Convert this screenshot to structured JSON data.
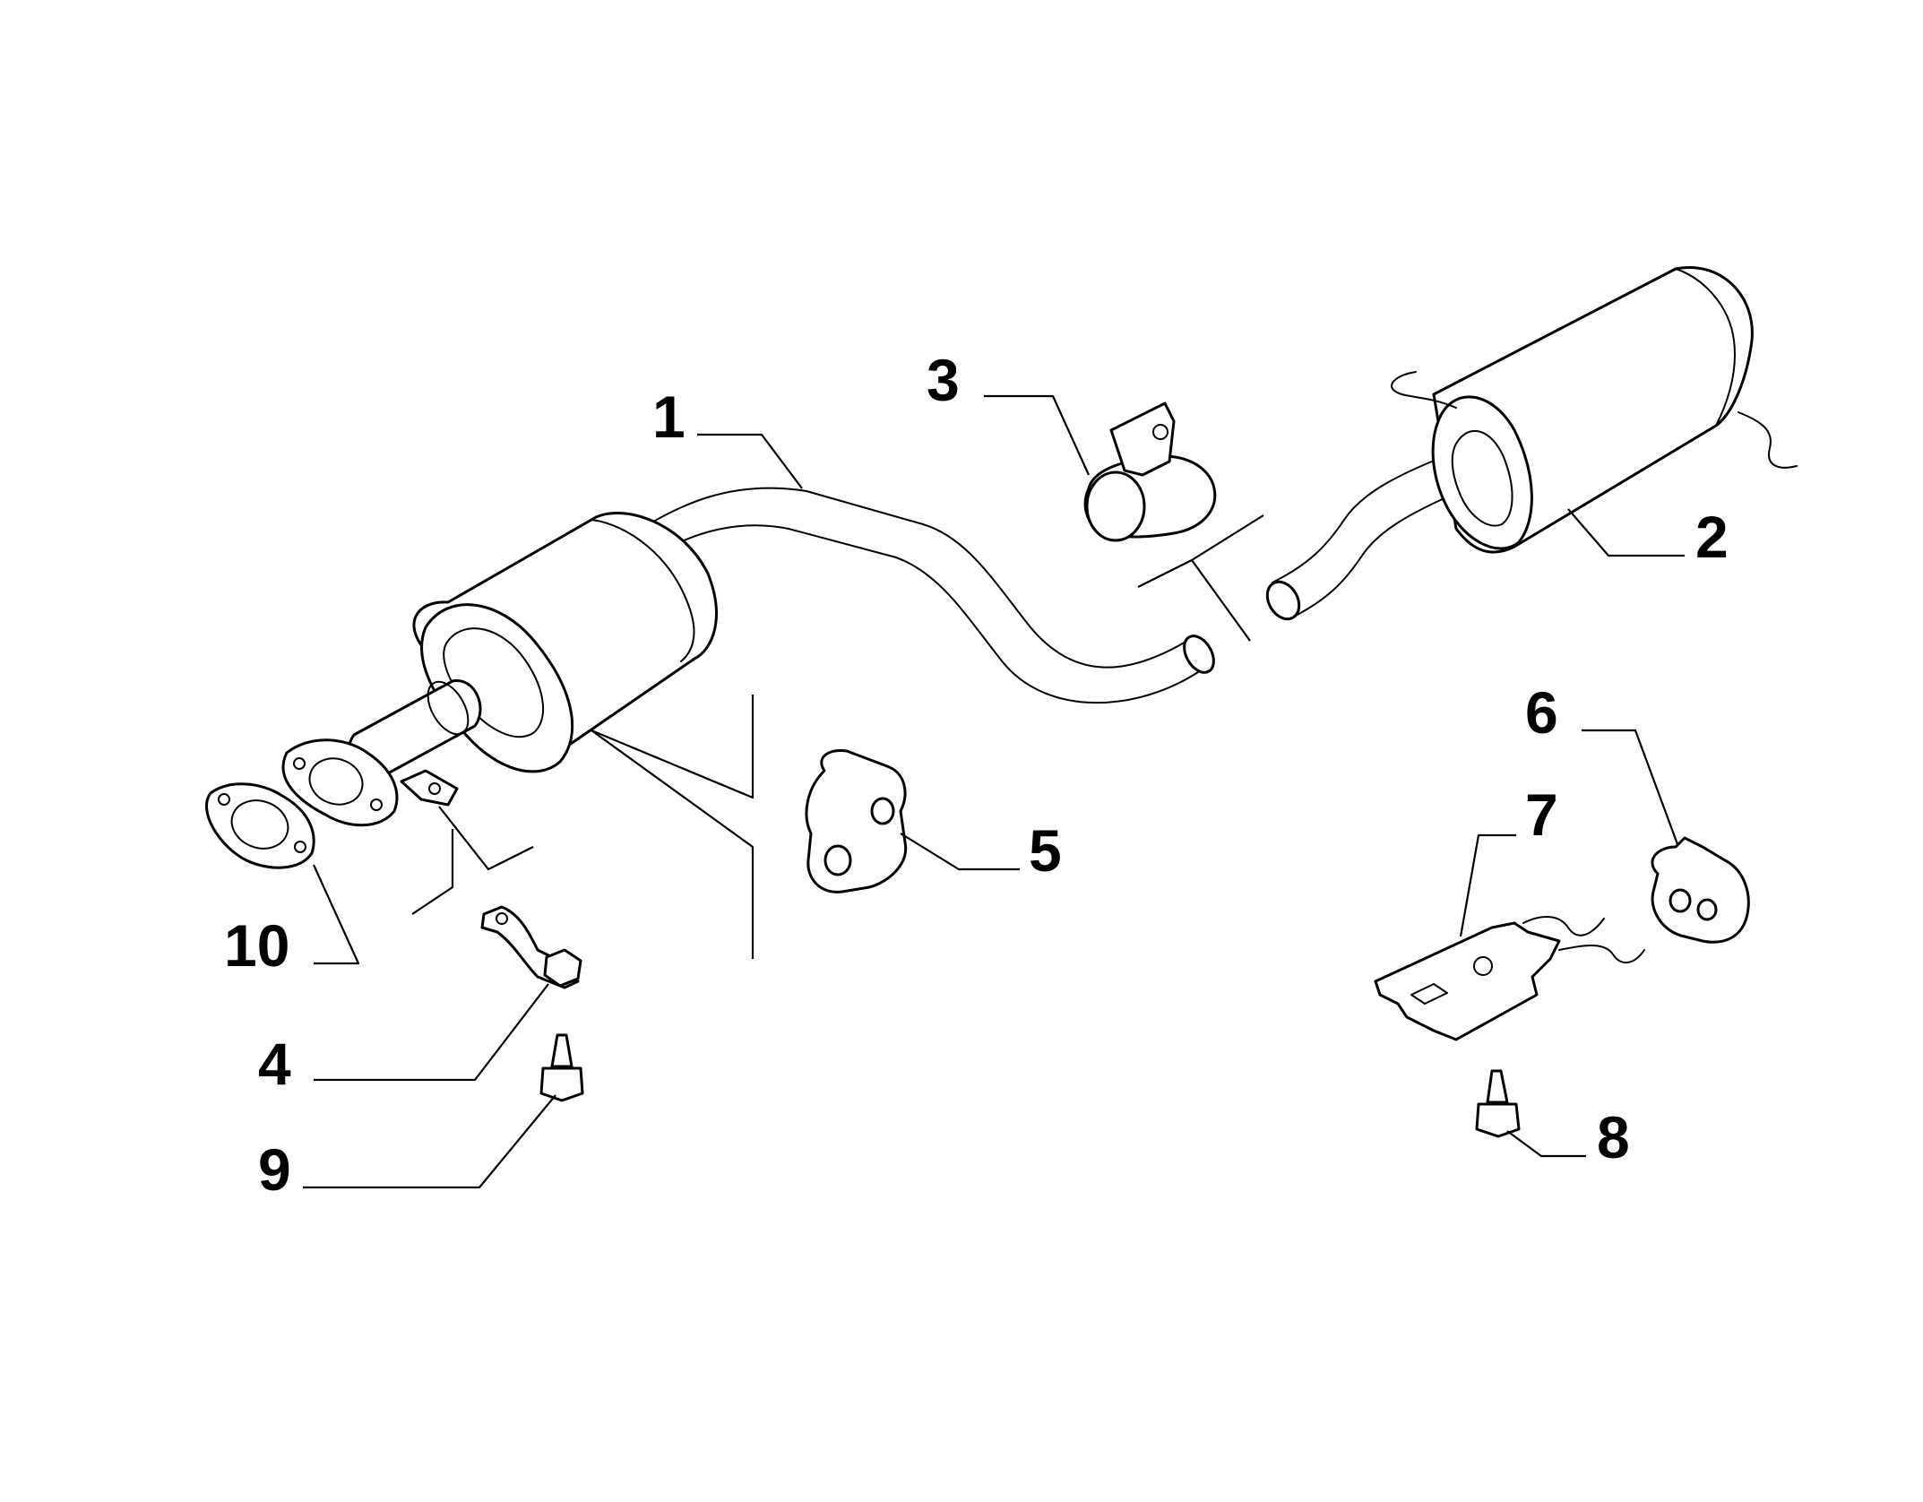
{
  "parts": [
    {
      "id": "1",
      "label": "1"
    },
    {
      "id": "2",
      "label": "2"
    },
    {
      "id": "3",
      "label": "3"
    },
    {
      "id": "4",
      "label": "4"
    },
    {
      "id": "5",
      "label": "5"
    },
    {
      "id": "6",
      "label": "6"
    },
    {
      "id": "7",
      "label": "7"
    },
    {
      "id": "8",
      "label": "8"
    },
    {
      "id": "9",
      "label": "9"
    },
    {
      "id": "10",
      "label": "10"
    }
  ]
}
